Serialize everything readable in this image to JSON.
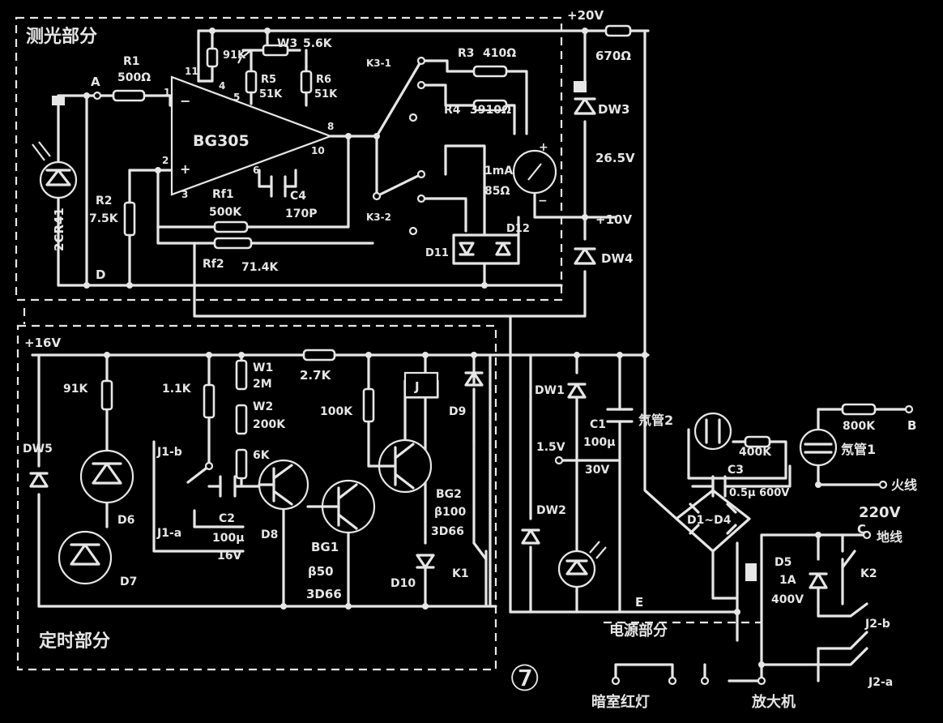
{
  "sections": {
    "light": "测光部分",
    "timer": "定时部分",
    "power": "电源部分"
  },
  "voltages": {
    "v20": "+20V",
    "v10": "+10V",
    "v16": "+16V",
    "v265": "26.5V",
    "v15": "1.5V",
    "mains": "220V"
  },
  "opamp": {
    "name": "BG305",
    "pins": [
      "11",
      "1",
      "2",
      "3",
      "4",
      "5",
      "6",
      "8",
      "10"
    ]
  },
  "nodes": {
    "A": "A",
    "D": "D",
    "E": "E",
    "B": "B",
    "C": "C"
  },
  "labels": {
    "photo": "2CR41",
    "R1": "R1",
    "R1v": "500Ω",
    "R2": "R2",
    "R2v": "7.5K",
    "Rr1": "91K",
    "W3": "W3",
    "W3v": "5.6K",
    "R5": "R5",
    "R5v": "51K",
    "R6": "R6",
    "R6v": "51K",
    "Rf1": "Rf1",
    "Rf1v": "500K",
    "Rf2": "Rf2",
    "Rf2v": "71.4K",
    "C4": "C4",
    "C4v": "170P",
    "R3": "R3",
    "R3v": "410Ω",
    "R4": "R4",
    "R4v": "3910Ω",
    "K31": "K3-1",
    "K32": "K3-2",
    "meter": "1mA",
    "meterR": "85Ω",
    "D11": "D11",
    "D12": "D12",
    "R670": "670Ω",
    "DW3": "DW3",
    "DW4": "DW4",
    "R91t": "91K",
    "R11": "1.1K",
    "W1": "W1",
    "W1v": "2M",
    "W2": "W2",
    "W2v": "200K",
    "R6K": "6K",
    "R27": "2.7K",
    "R100K": "100K",
    "J": "J",
    "D9": "D9",
    "DW5": "DW5",
    "D6": "D6",
    "D7": "D7",
    "D8": "D8",
    "D10": "D10",
    "J1b": "J1-b",
    "J1a": "J1-a",
    "C2": "C2",
    "C2v": "100μ",
    "C2v2": "16V",
    "BG1": "BG1",
    "BG1b": "β50",
    "BG1t": "3D66",
    "BG2": "BG2",
    "BG2b": "β100",
    "BG2t": "3D66",
    "K1": "K1",
    "DW1": "DW1",
    "DW2": "DW2",
    "C1": "C1",
    "C1v": "100μ",
    "C1v2": "30V",
    "neon2": "氖管2",
    "neon1": "氖管1",
    "R400K": "400K",
    "R800K": "800K",
    "C3": "C3",
    "C3v": "0.5μ 600V",
    "bridge": "D1~D4",
    "D5": "D5",
    "D5a": "1A",
    "D5b": "400V",
    "K2": "K2",
    "live": "火线",
    "neutral": "地线",
    "J2b": "J2-b",
    "J2a": "J2-a",
    "lamp": "暗室红灯",
    "enlarger": "放大机",
    "fig": "⑦"
  }
}
